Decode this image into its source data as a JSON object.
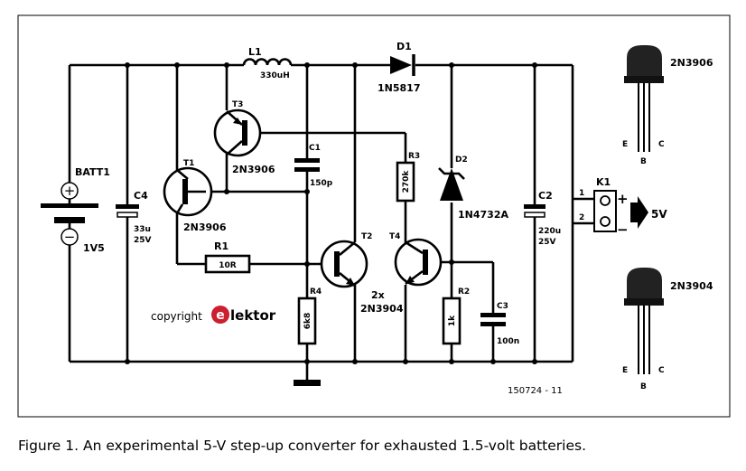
{
  "caption": "Figure 1. An experimental 5-V step-up converter for exhausted 1.5-volt batteries.",
  "figure_number": "150724 - 11",
  "copyright": {
    "prefix": "copyright",
    "brand_letter": "e",
    "brand_rest": "lektor"
  },
  "components": {
    "batt1": {
      "ref": "BATT1",
      "value": "1V5"
    },
    "c4": {
      "ref": "C4",
      "value1": "33u",
      "value2": "25V"
    },
    "l1": {
      "ref": "L1",
      "value": "330uH"
    },
    "d1": {
      "ref": "D1",
      "value": "1N5817"
    },
    "t3": {
      "ref": "T3",
      "value": "2N3906"
    },
    "c1": {
      "ref": "C1",
      "value": "150p"
    },
    "t1": {
      "ref": "T1",
      "value": "2N3906"
    },
    "r1": {
      "ref": "R1",
      "value": "10R"
    },
    "r3": {
      "ref": "R3",
      "value": "270k"
    },
    "d2": {
      "ref": "D2",
      "value": "1N4732A"
    },
    "c2": {
      "ref": "C2",
      "value1": "220u",
      "value2": "25V"
    },
    "t2": {
      "ref": "T2"
    },
    "t4": {
      "ref": "T4"
    },
    "t2t4_value": {
      "line1": "2x",
      "line2": "2N3904"
    },
    "r4": {
      "ref": "R4",
      "value": "6k8"
    },
    "r2": {
      "ref": "R2",
      "value": "1k"
    },
    "c3": {
      "ref": "C3",
      "value": "100n"
    },
    "k1": {
      "ref": "K1",
      "pin1": "1",
      "pin2": "2",
      "plus": "+",
      "minus": "−",
      "output": "5V"
    }
  },
  "batt_signs": {
    "plus": "+",
    "minus": "−"
  },
  "pinouts": [
    {
      "part": "2N3906",
      "pins": [
        "E",
        "B",
        "C"
      ]
    },
    {
      "part": "2N3904",
      "pins": [
        "E",
        "B",
        "C"
      ]
    }
  ]
}
